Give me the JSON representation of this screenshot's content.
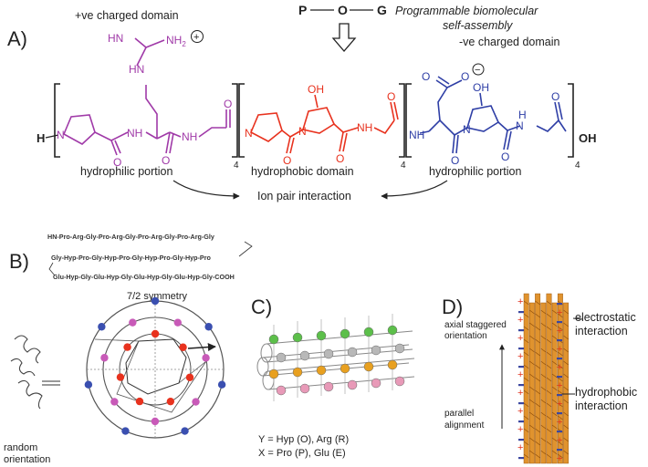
{
  "colors": {
    "positive": "#a03aa8",
    "hydrophobic": "#e8321e",
    "negative": "#2f3fa6",
    "ink": "#222222",
    "fiber": "#e0932e",
    "minus": "#3b47a0",
    "plus": "#e0321e"
  },
  "panelA": {
    "label": "A)",
    "pog": [
      "P",
      "O",
      "G"
    ],
    "pos_domain": "+ve charged domain",
    "prog_line1": "Programmable biomolecular",
    "prog_line2": "self-assembly",
    "neg_domain": "-ve charged domain",
    "hydrophilic_left": "hydrophilic portion",
    "hydrophobic": "hydrophobic domain",
    "hydrophilic_right": "hydrophilic portion",
    "ion_pair": "Ion pair interaction",
    "arg_group": "HN",
    "arg_nh2": "NH",
    "arg_nh2_sub": "2",
    "arg_nh": "HN",
    "hyp_oh": "OH",
    "oh_end": "OH",
    "h_start": "H",
    "charge_plus": "+",
    "charge_minus": "−",
    "carboxyl_o": "O",
    "o_atom": "O",
    "n_atom": "N",
    "nh_atom": "NH",
    "h_atom": "H",
    "repeat": "4"
  },
  "panelB": {
    "label": "B)",
    "seq1": "HN-Pro-Arg-Gly-Pro-Arg-Gly-Pro-Arg-Gly-Pro-Arg-Gly",
    "seq2": "Gly-Hyp-Pro-Gly-Hyp-Pro-Gly-Hyp-Pro-Gly-Hyp-Pro",
    "seq3": "Glu-Hyp-Gly-Glu-Hyp-Gly-Glu-Hyp-Gly-Glu-Hyp-Gly-COOH",
    "symmetry": "7/2 symmetry",
    "random1": "random",
    "random2": "orientation"
  },
  "panelC": {
    "label": "C)",
    "legend1": "Y = Hyp (O), Arg (R)",
    "legend2": "X = Pro (P), Glu (E)"
  },
  "panelD": {
    "label": "D)",
    "axial1": "axial staggered",
    "axial2": "orientation",
    "parallel1": "parallel",
    "parallel2": "alignment",
    "electro1": "electrostatic",
    "electro2": "interaction",
    "hydro1": "hydrophobic",
    "hydro2": "interaction"
  }
}
